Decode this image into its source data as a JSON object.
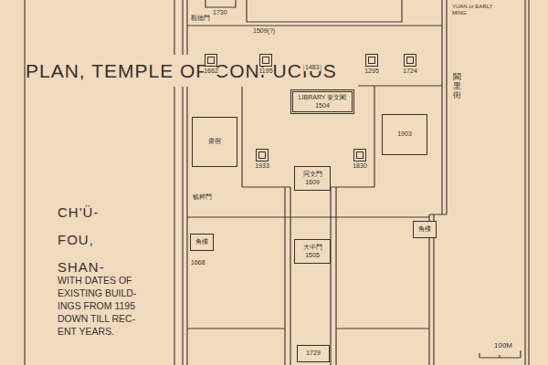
{
  "diagram": {
    "title": "PLAN, TEMPLE OF CONFUCIUS",
    "nodes": [
      {
        "text": [
          "1662"
        ]
      },
      {
        "text": [
          "1195"
        ]
      },
      {
        "text": [
          "1295"
        ]
      },
      {
        "text": [
          "1724"
        ]
      },
      {
        "text": [
          "LIBRARY 奎文閣",
          "1504"
        ]
      },
      {
        "text": [
          "齋宿"
        ]
      },
      {
        "text": [
          "1903"
        ]
      },
      {
        "text": [
          "1933"
        ]
      },
      {
        "text": [
          "1830"
        ]
      },
      {
        "text": [
          "同文門",
          "1609"
        ]
      },
      {
        "text": [
          "角樓"
        ]
      },
      {
        "text": [
          "角樓"
        ]
      },
      {
        "text": [
          "大中門",
          "1505"
        ]
      },
      {
        "text": [
          "1729"
        ]
      }
    ],
    "labels": [
      "CH'Ü-FOU, SHAN-TUNG",
      "WITH DATES OF EXISTING BUILD- INGS FROM 1195 DOWN TILL REC- ENT YEARS.",
      "1730",
      "1509(?)",
      "YUAN or EARLY MING",
      "觀德門",
      "闕里街",
      "毓粹門",
      "1668",
      "100M",
      "1483"
    ]
  }
}
